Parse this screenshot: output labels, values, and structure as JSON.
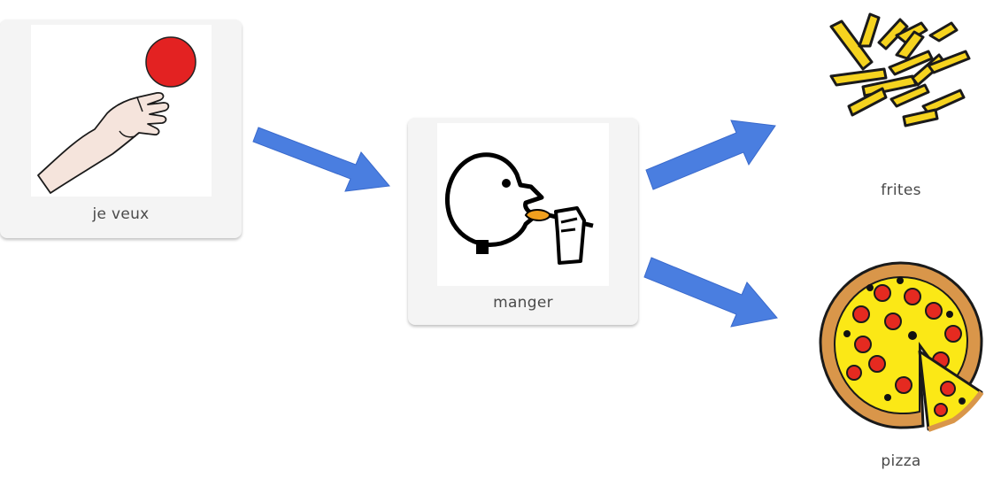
{
  "cards": {
    "je_veux": {
      "label": "je veux",
      "pictogram": "hand-reaching-ball-icon"
    },
    "manger": {
      "label": "manger",
      "pictogram": "person-eating-icon"
    },
    "frites": {
      "label": "frites",
      "pictogram": "french-fries-icon"
    },
    "pizza": {
      "label": "pizza",
      "pictogram": "pizza-icon"
    }
  },
  "colors": {
    "arrow": "#4a7ee0",
    "card_bg": "#f4f4f4",
    "ball": "#e32222",
    "fries": "#f5d31f",
    "pizza_crust": "#d9964a",
    "pizza_cheese": "#fbe816",
    "pepperoni": "#e52a20"
  },
  "arrows": [
    {
      "from": "je veux",
      "to": "manger"
    },
    {
      "from": "manger",
      "to": "frites"
    },
    {
      "from": "manger",
      "to": "pizza"
    }
  ]
}
